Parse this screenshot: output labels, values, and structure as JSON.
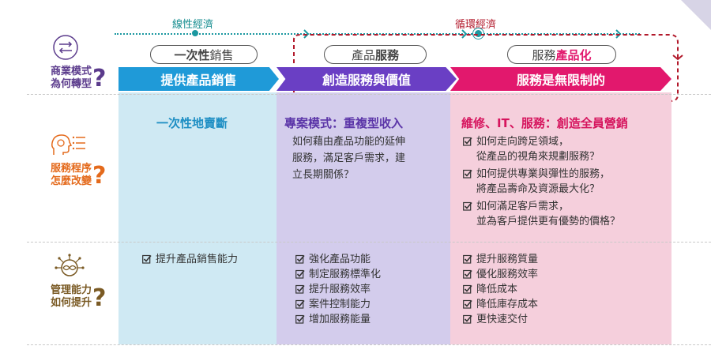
{
  "top": {
    "linear_label": "線性經濟",
    "circular_label": "循環經濟"
  },
  "columns": [
    {
      "pill_plain_a": "一次性",
      "pill_bold": "",
      "pill_plain_b": "銷售",
      "pill_bold_first": "一次性",
      "band": "提供產品銷售"
    },
    {
      "pill_plain_a": "產品",
      "pill_bold": "服務",
      "pill_plain_b": "",
      "band": "創造服務與價值"
    },
    {
      "pill_plain_a": "服務",
      "pill_bold": "產品化",
      "pill_plain_b": "",
      "band": "服務是無限制的"
    }
  ],
  "rows": [
    {
      "label_line1": "商業模式",
      "label_line2": "為何轉型",
      "q": "?"
    },
    {
      "label_line1": "服務程序",
      "label_line2": "怎麼改變",
      "q": "?"
    },
    {
      "label_line1": "管理能力",
      "label_line2": "如何提升",
      "q": "?"
    }
  ],
  "service": {
    "col1_heading": "一次性地賣斷",
    "col2_heading": "專案模式：重複型收入",
    "col2_text_l1": "如何藉由產品功能的延伸",
    "col2_text_l2": "服務，滿足客戶需求，建",
    "col2_text_l3": "立長期關係？",
    "col3_heading": "維修、IT、服務：創造全員營銷",
    "col3_items": [
      {
        "l1": "如何走向跨足領域，",
        "l2": "從產品的視角來規劃服務？"
      },
      {
        "l1": "如何提供專業與彈性的服務，",
        "l2": "將產品壽命及資源最大化？"
      },
      {
        "l1": "如何滿足客戶需求，",
        "l2": "並為客戶提供更有優勢的價格？"
      }
    ]
  },
  "management": {
    "col1_items": [
      "提升產品銷售能力"
    ],
    "col2_items": [
      "強化產品功能",
      "制定服務標準化",
      "提升服務效率",
      "案件控制能力",
      "增加服務能量"
    ],
    "col3_items": [
      "提升服務質量",
      "優化服務效率",
      "降低成本",
      "降低庫存成本",
      "更快速交付"
    ]
  },
  "colors": {
    "teal": "#1b98a0",
    "blue_band": "#1f9ad8",
    "purple_band": "#6a3fc4",
    "pink_band": "#e2186d",
    "col1_bg": "#cfe9f3",
    "col2_bg": "#d3ccec",
    "col3_bg": "#f5cfdc",
    "row1_color": "#5b3b8c",
    "row2_color": "#e46a1c",
    "row3_color": "#7a5a24",
    "cycle_red": "#b2192b"
  }
}
